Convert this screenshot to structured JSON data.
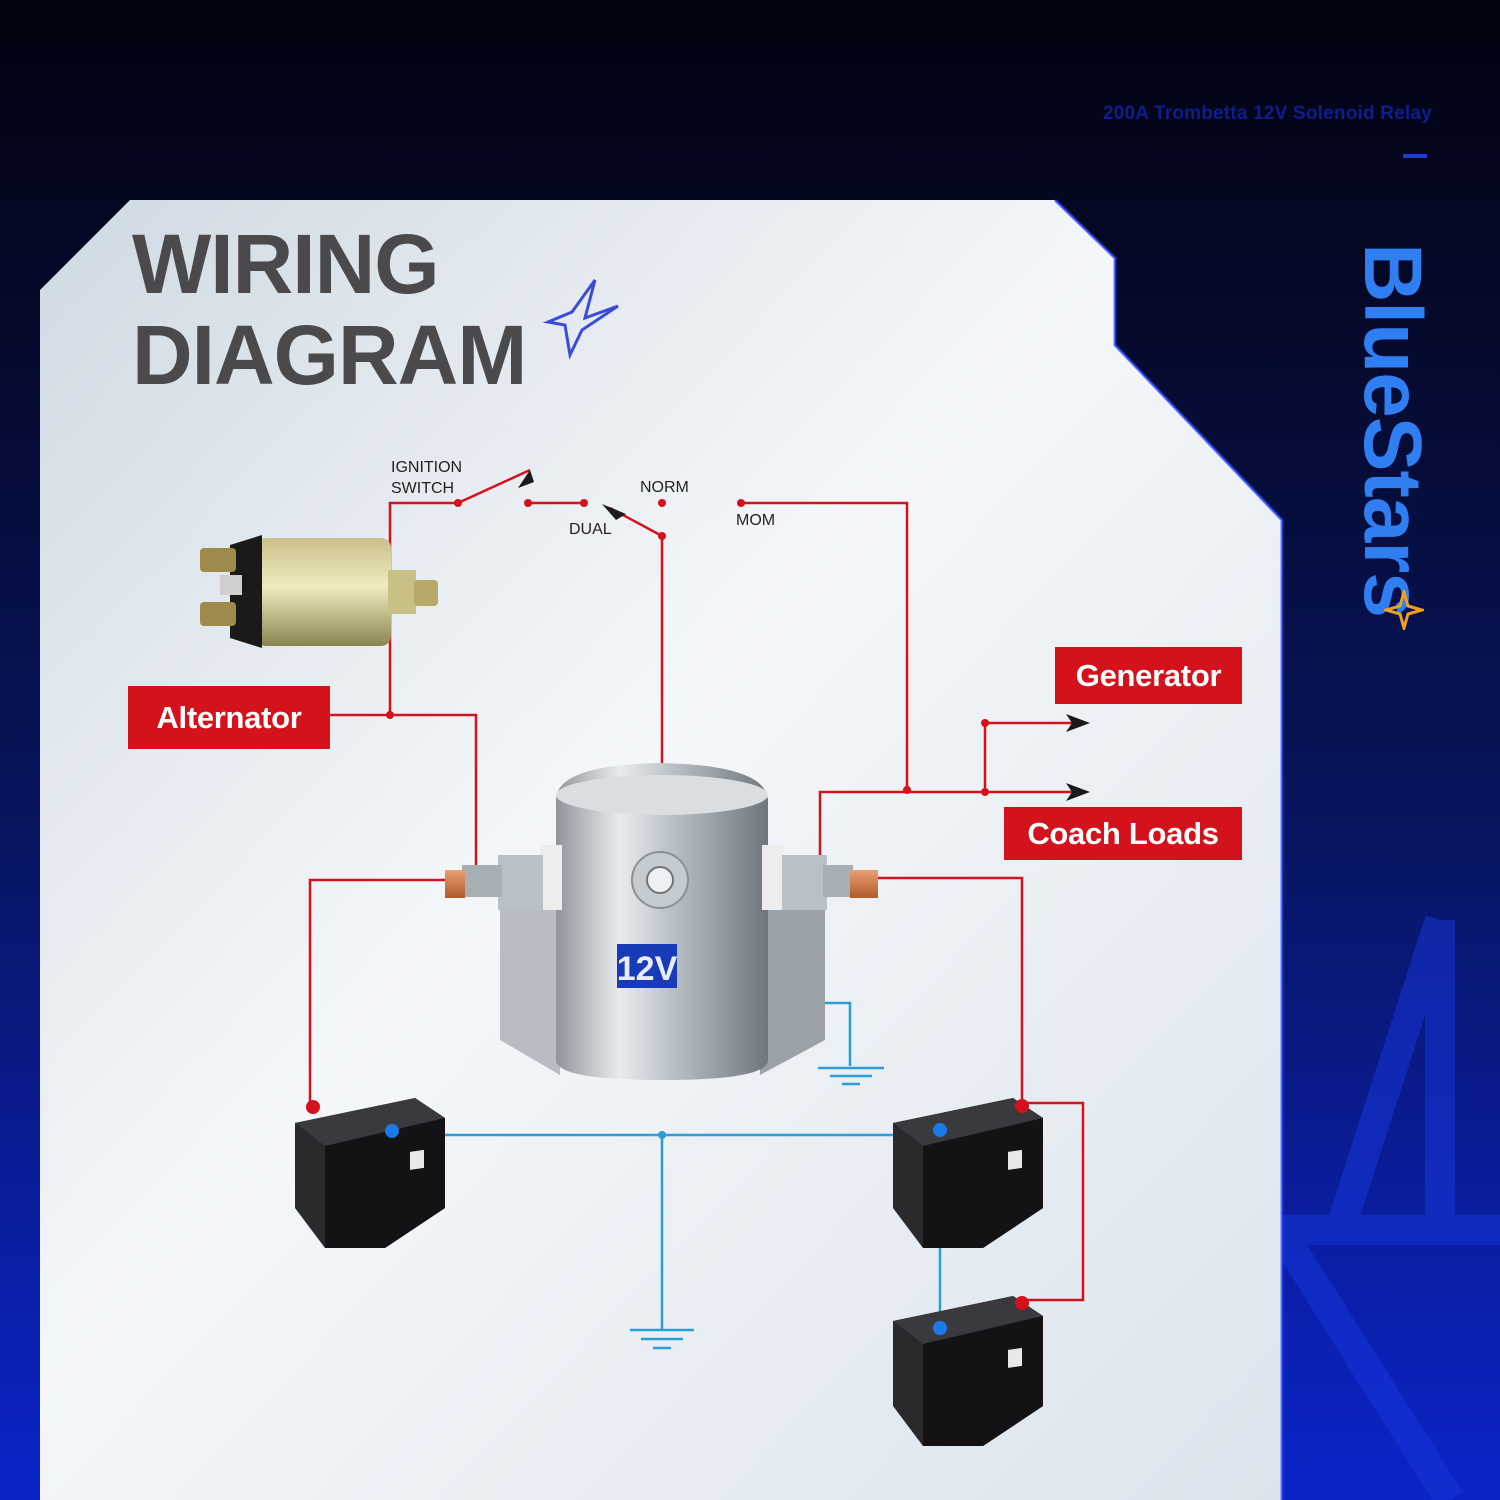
{
  "header": {
    "caption": "200A Trombetta 12V Solenoid Relay",
    "brand": "BlueStars"
  },
  "title": {
    "line1": "WIRING",
    "line2": "DIAGRAM"
  },
  "switch_labels": {
    "ignition_line1": "IGNITION",
    "ignition_line2": "SWITCH",
    "norm": "NORM",
    "dual": "DUAL",
    "mom": "MOM"
  },
  "components": {
    "alternator": "Alternator",
    "generator": "Generator",
    "coach_loads": "Coach Loads",
    "relay_badge": "12V"
  },
  "colors": {
    "wire_positive": "#d3121b",
    "wire_ground": "#2a9fd6",
    "label_bg": "#d3121b",
    "brand": "#2f7ff3"
  }
}
